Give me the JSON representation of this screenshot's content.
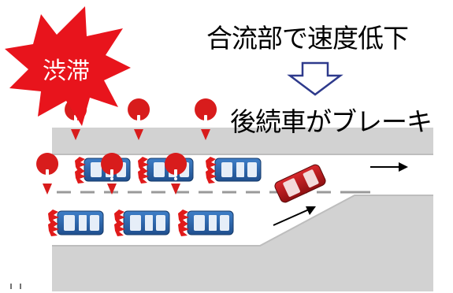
{
  "burst_label": "渋滞",
  "caption_top": "合流部で速度低下",
  "caption_bottom": "後続車がブレーキ",
  "colors": {
    "burst": "#e8141c",
    "road": "#ffffff",
    "shoulder": "#d4d4d4",
    "lane_marking": "#9a9a9a",
    "queued_car": "#2a63a8",
    "merging_car": "#c0181c",
    "brake_light": "#e01a1a",
    "warning_pin": "#d81c1c",
    "down_arrow_outline": "#2e3a8c"
  },
  "icons": [
    "burst-badge",
    "down-arrow-icon",
    "car-icon",
    "warning-pin-icon",
    "direction-arrow-icon"
  ],
  "queued_car_count": 6,
  "merging_car_count": 1
}
